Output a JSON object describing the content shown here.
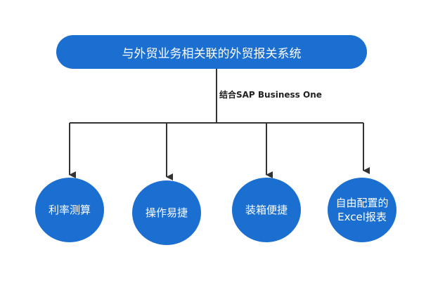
{
  "banner": {
    "text": "与外贸业务相关联的外贸报关系统"
  },
  "connector": {
    "label": "结合SAP Business One"
  },
  "nodes": [
    {
      "lines": [
        "利率测算"
      ]
    },
    {
      "lines": [
        "操作易捷"
      ]
    },
    {
      "lines": [
        "装箱便捷"
      ]
    },
    {
      "lines": [
        "自由配置的",
        "Excel报表"
      ]
    }
  ],
  "colors": {
    "node_fill": "#1b6fd1",
    "line": "#333333",
    "text": "#ffffff"
  }
}
